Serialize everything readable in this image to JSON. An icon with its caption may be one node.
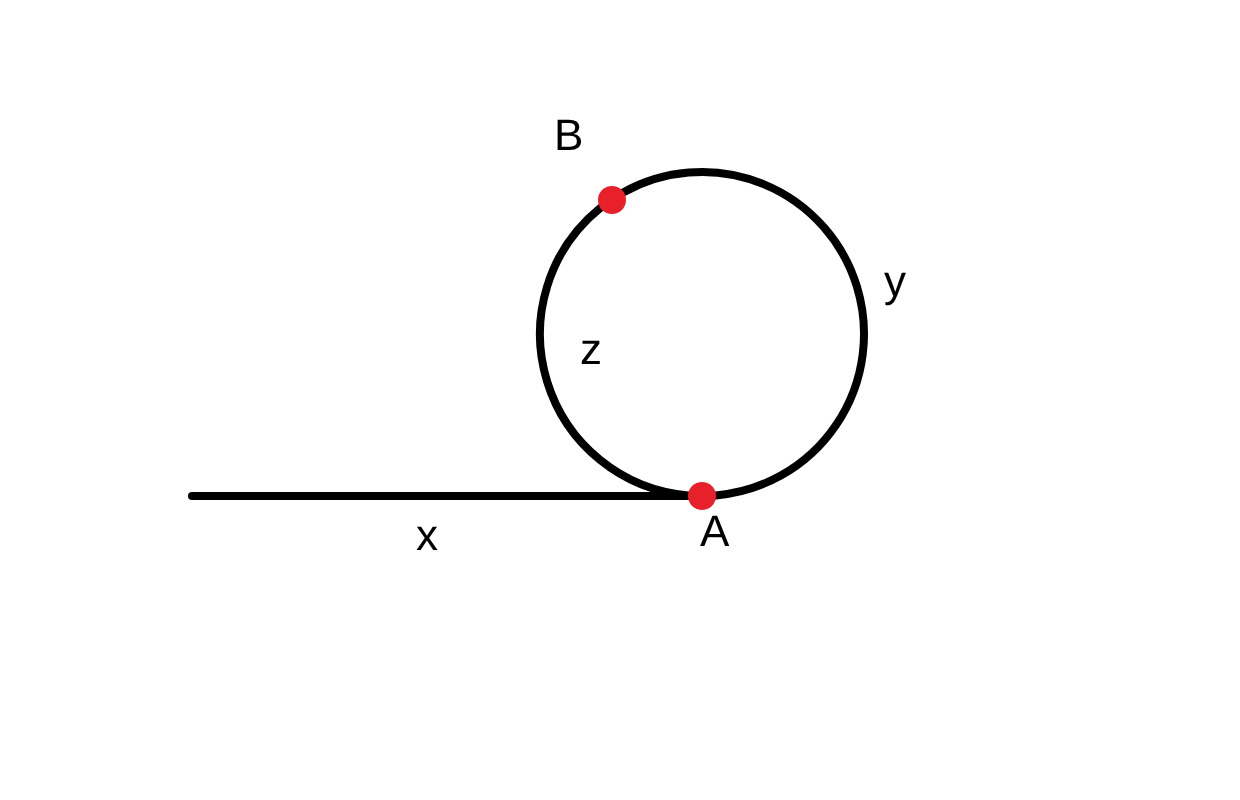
{
  "diagram": {
    "nodes": [
      {
        "text": [
          "A"
        ]
      },
      {
        "text": [
          "B"
        ]
      }
    ],
    "edges": [
      {
        "from": null,
        "to": 0,
        "arrow": "none",
        "label": "x"
      },
      {
        "from": 0,
        "to": 1,
        "arrow": "none",
        "label": "z"
      },
      {
        "from": 1,
        "to": 0,
        "arrow": "none",
        "label": "y"
      }
    ]
  }
}
